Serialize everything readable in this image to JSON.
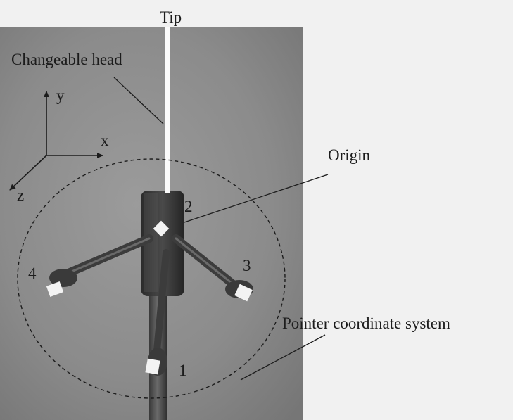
{
  "labels": {
    "tip": "Tip",
    "changeable_head": "Changeable head",
    "origin": "Origin",
    "pointer_coordinate_system": "Pointer coordinate system"
  },
  "axes": {
    "x": "x",
    "y": "y",
    "z": "z"
  },
  "markers": {
    "m1": "1",
    "m2": "2",
    "m3": "3",
    "m4": "4"
  }
}
